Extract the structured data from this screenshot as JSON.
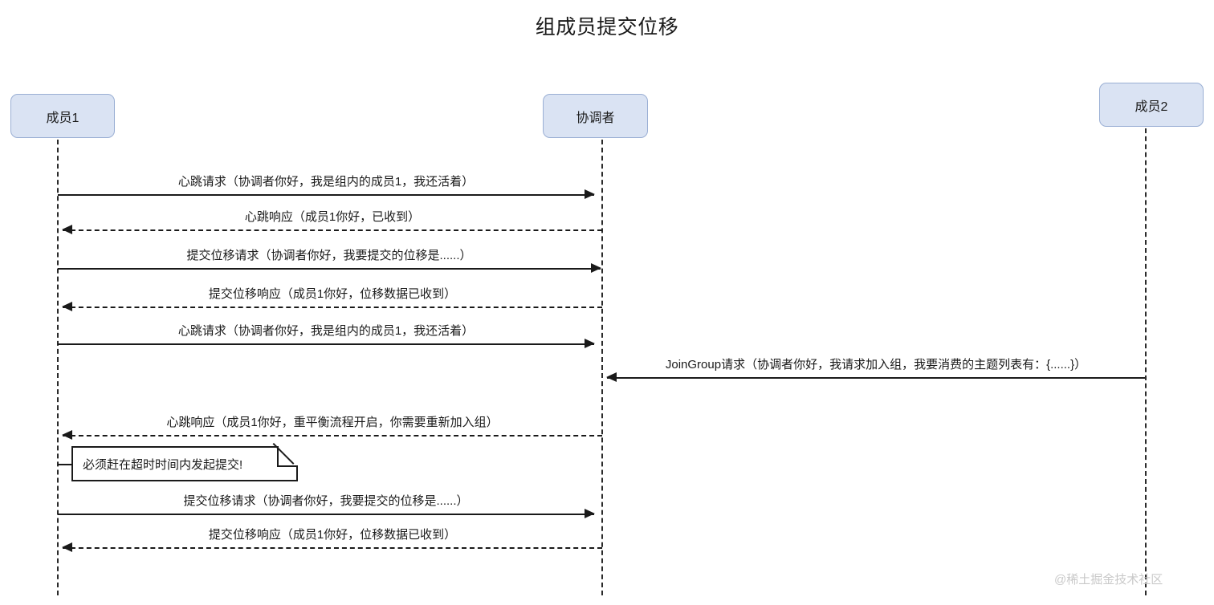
{
  "title": "组成员提交位移",
  "colors": {
    "participant_fill": "#dae3f3",
    "participant_border": "#9aafd4",
    "line": "#1a1a1a",
    "watermark": "#c9c9c9",
    "background": "#ffffff"
  },
  "participants": [
    {
      "id": "member1",
      "label": "成员1"
    },
    {
      "id": "coordinator",
      "label": "协调者"
    },
    {
      "id": "member2",
      "label": "成员2"
    }
  ],
  "messages": [
    {
      "id": "m1",
      "label": "心跳请求（协调者你好，我是组内的成员1，我还活着）",
      "style": "solid",
      "direction": "right"
    },
    {
      "id": "m2",
      "label": "心跳响应（成员1你好，已收到）",
      "style": "dashed",
      "direction": "left"
    },
    {
      "id": "m3",
      "label": "提交位移请求（协调者你好，我要提交的位移是......）",
      "style": "solid",
      "direction": "right"
    },
    {
      "id": "m4",
      "label": "提交位移响应（成员1你好，位移数据已收到）",
      "style": "dashed",
      "direction": "left"
    },
    {
      "id": "m5",
      "label": "心跳请求（协调者你好，我是组内的成员1，我还活着）",
      "style": "solid",
      "direction": "right"
    },
    {
      "id": "m6",
      "label": "JoinGroup请求（协调者你好，我请求加入组，我要消费的主题列表有：{......}）",
      "style": "solid",
      "direction": "left"
    },
    {
      "id": "m7",
      "label": "心跳响应（成员1你好，重平衡流程开启，你需要重新加入组）",
      "style": "dashed",
      "direction": "left"
    },
    {
      "id": "m8",
      "label": "提交位移请求（协调者你好，我要提交的位移是......）",
      "style": "solid",
      "direction": "right"
    },
    {
      "id": "m9",
      "label": "提交位移响应（成员1你好，位移数据已收到）",
      "style": "dashed",
      "direction": "left"
    }
  ],
  "note": {
    "id": "timeout-note",
    "label": "必须赶在超时时间内发起提交!"
  },
  "watermark": "@稀土掘金技术社区"
}
